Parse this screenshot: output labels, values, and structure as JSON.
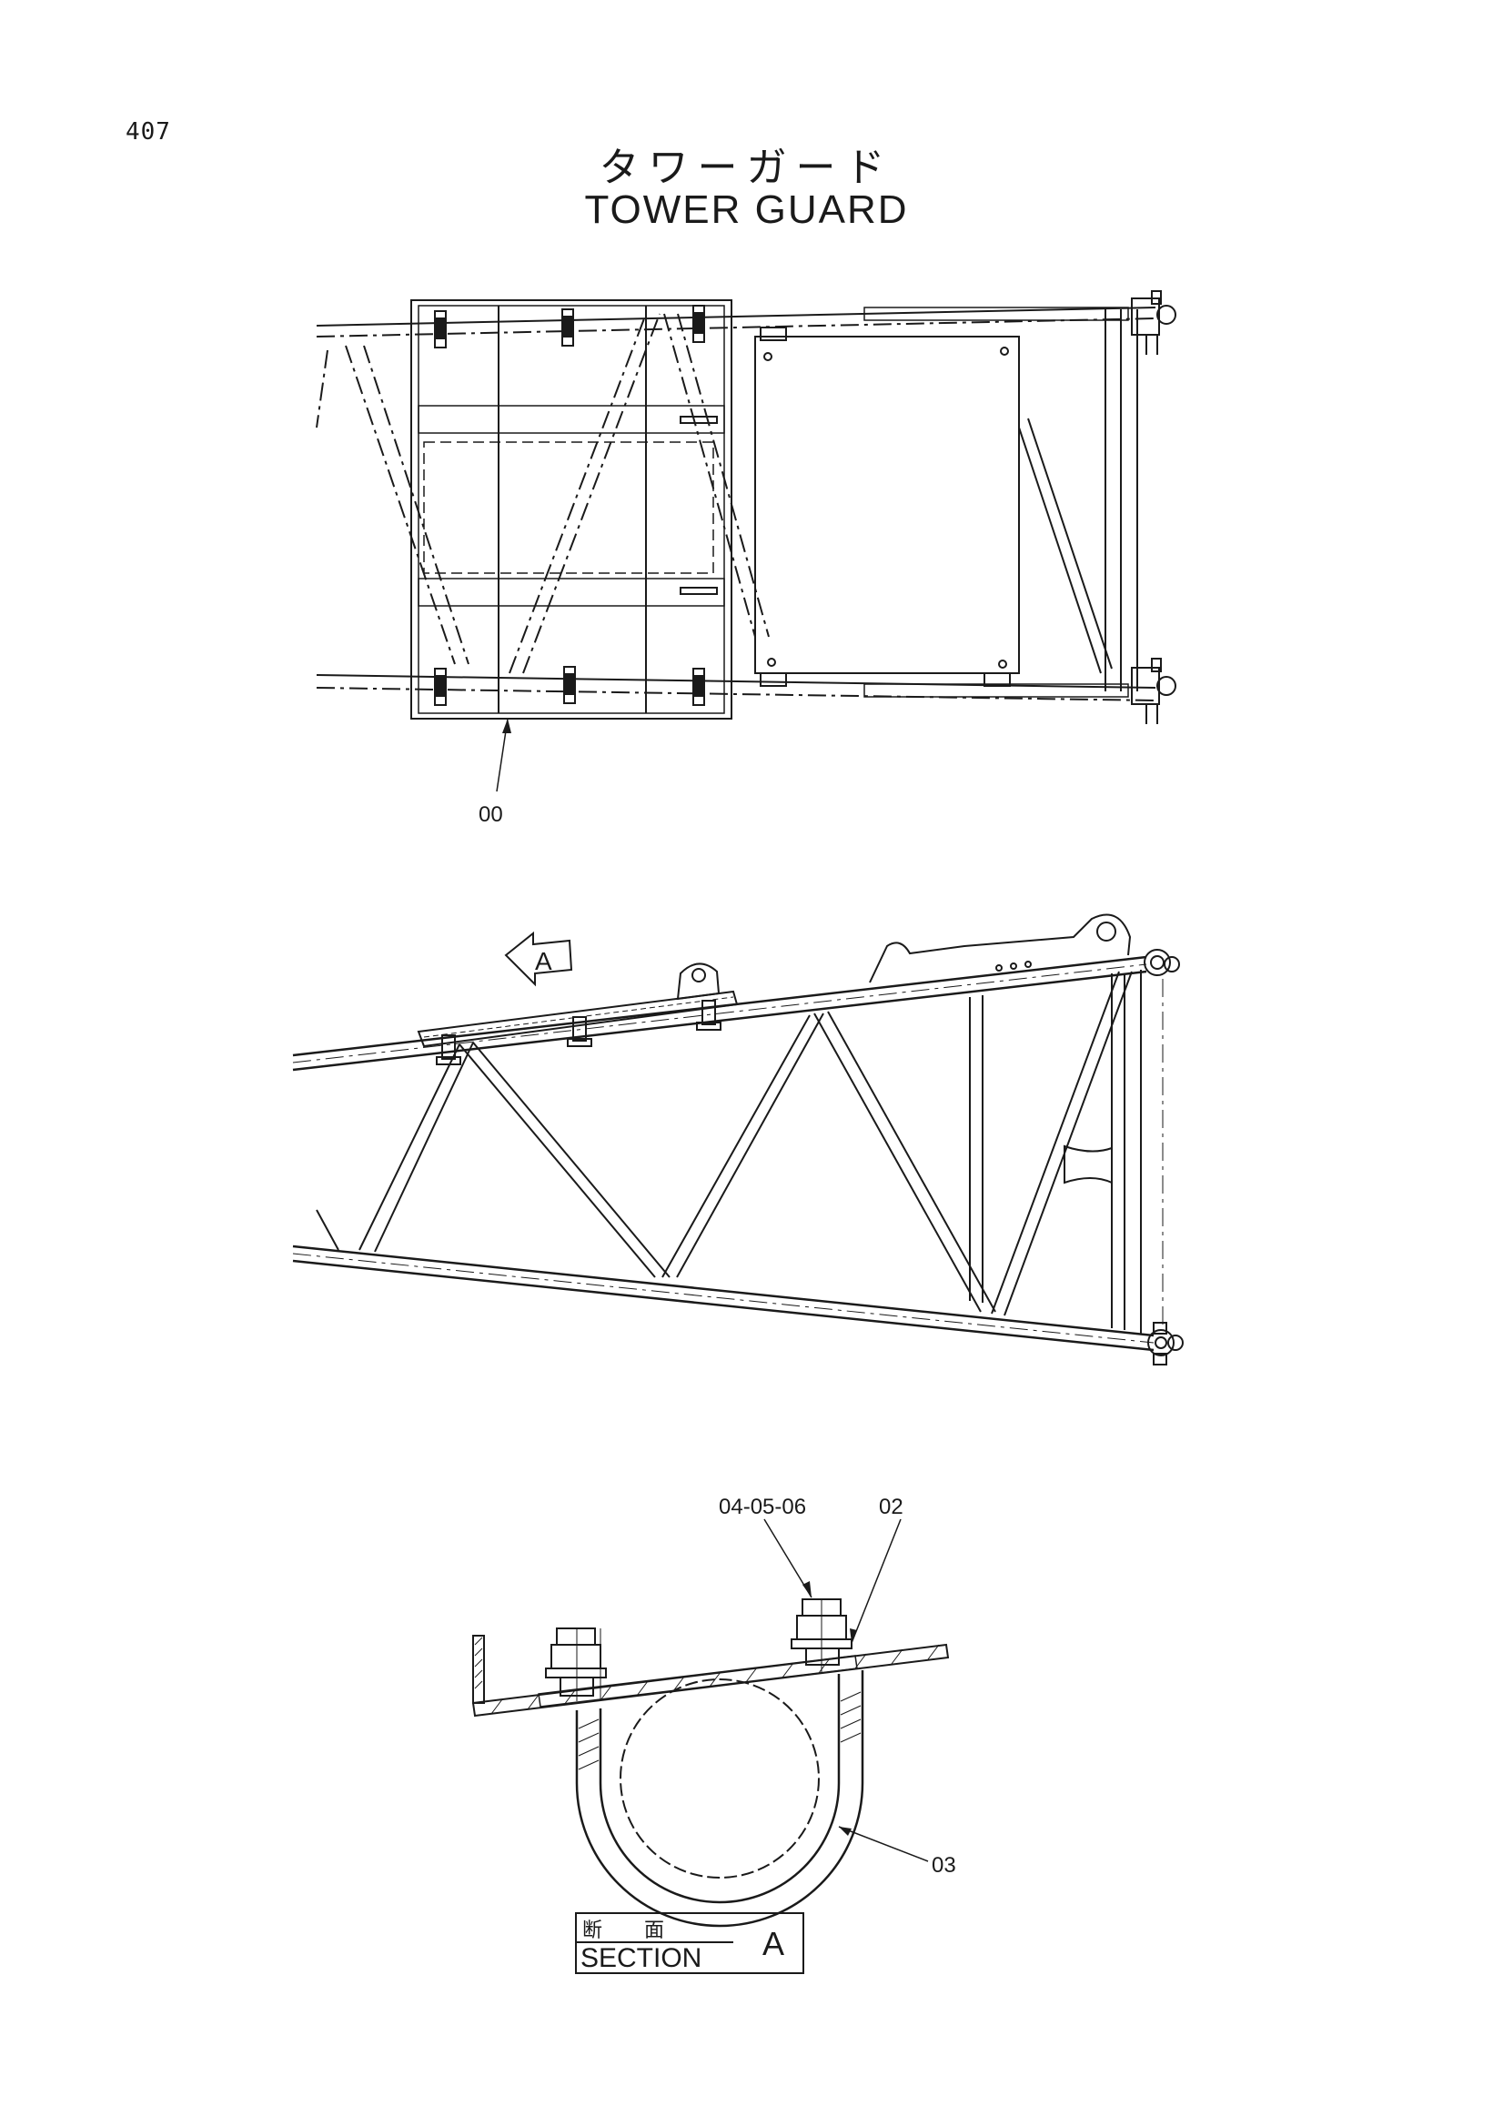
{
  "page_number": "407",
  "title_jp": "タワーガード",
  "title_en": "TOWER GUARD",
  "view_arrow_label": "A",
  "callouts": {
    "guard_assembly": "00",
    "bolt_nut_washer": "04-05-06",
    "plate": "02",
    "u_bolt": "03"
  },
  "section_label": {
    "jp": "断面",
    "en": "SECTION",
    "letter": "A"
  }
}
